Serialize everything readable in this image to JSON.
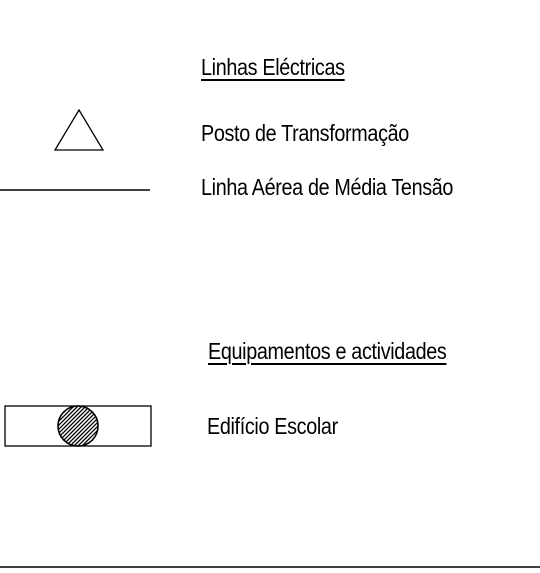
{
  "legend": {
    "section1": {
      "heading": "Linhas Eléctricas",
      "items": [
        {
          "label": "Posto de Transformação",
          "icon": "triangle-icon"
        },
        {
          "label": "Linha Aérea de Média Tensão",
          "icon": "line-icon"
        }
      ]
    },
    "section2": {
      "heading": "Equipamentos e actividades",
      "items": [
        {
          "label": "Edifício Escolar",
          "icon": "hatched-circle-in-box-icon"
        }
      ]
    }
  },
  "colors": {
    "ink": "#000000",
    "background": "#ffffff"
  }
}
